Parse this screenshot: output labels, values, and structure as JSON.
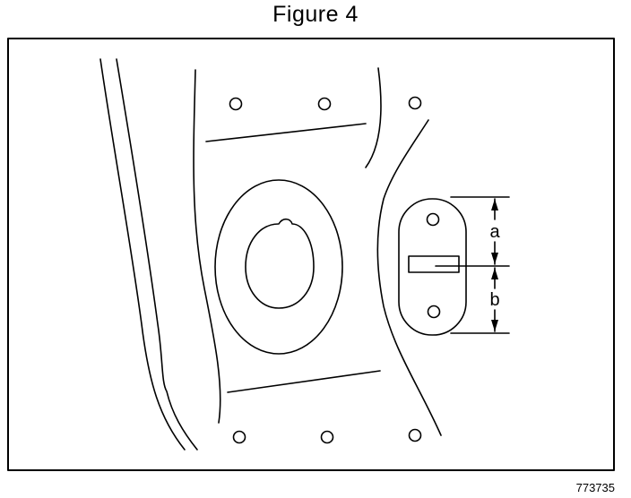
{
  "figure": {
    "title": "Figure 4",
    "reference_number": "773735"
  },
  "dimensions": {
    "a": "a",
    "b": "b"
  },
  "colors": {
    "ink": "#000000",
    "paper": "#ffffff"
  }
}
